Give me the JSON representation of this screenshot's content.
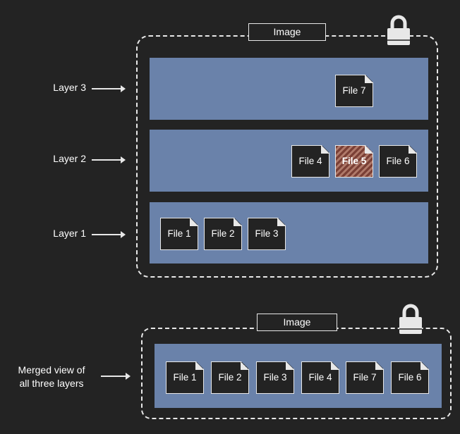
{
  "top_image": {
    "label": "Image",
    "layers": [
      {
        "label": "Layer 3",
        "files": [
          {
            "name": "File 7",
            "deleted": false
          }
        ]
      },
      {
        "label": "Layer 2",
        "files": [
          {
            "name": "File 4",
            "deleted": false
          },
          {
            "name": "File 5",
            "deleted": true
          },
          {
            "name": "File 6",
            "deleted": false
          }
        ]
      },
      {
        "label": "Layer 1",
        "files": [
          {
            "name": "File 1",
            "deleted": false
          },
          {
            "name": "File 2",
            "deleted": false
          },
          {
            "name": "File 3",
            "deleted": false
          }
        ]
      }
    ],
    "lock_icon": "lock-icon"
  },
  "bottom_image": {
    "label": "Image",
    "merged_label_line1": "Merged view of",
    "merged_label_line2": "all three layers",
    "files": [
      "File 1",
      "File 2",
      "File 3",
      "File 4",
      "File 7",
      "File 6"
    ],
    "lock_icon": "lock-icon"
  },
  "colors": {
    "background": "#232323",
    "layer": "#6a82aa",
    "file": "#232323",
    "border": "#e8e8e8",
    "deleted_hatch": "#7a3f35"
  }
}
